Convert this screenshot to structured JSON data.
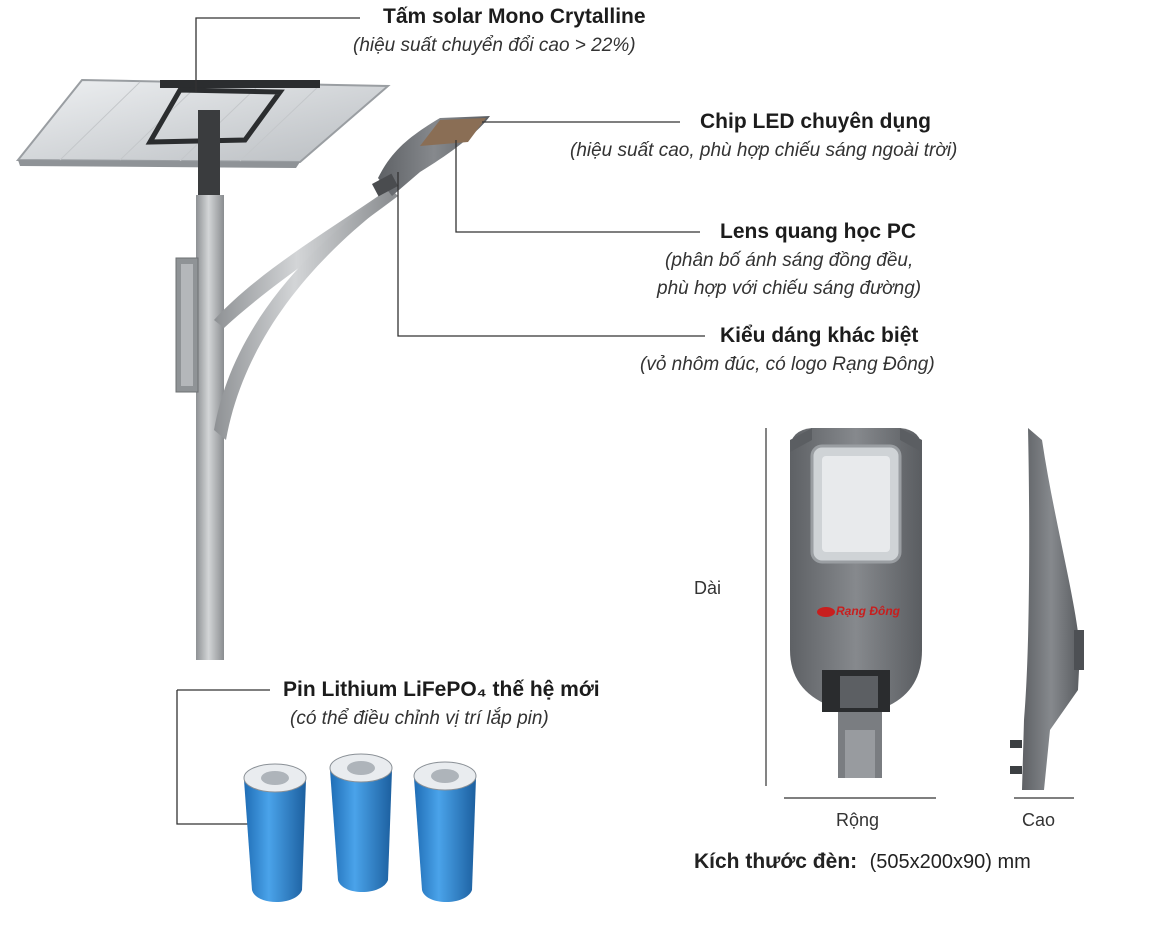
{
  "callouts": {
    "solar": {
      "title": "Tấm solar Mono Crytalline",
      "desc": "(hiệu suất chuyển đổi cao > 22%)"
    },
    "chip": {
      "title": "Chip LED chuyên dụng",
      "desc": "(hiệu suất cao, phù hợp chiếu sáng ngoài trời)"
    },
    "lens": {
      "title": "Lens quang học PC",
      "desc_line1": "(phân bố ánh sáng đồng đều,",
      "desc_line2": "phù hợp với chiếu sáng đường)"
    },
    "style": {
      "title": "Kiểu dáng khác biệt",
      "desc": "(vỏ nhôm đúc, có logo Rạng Đông)"
    },
    "battery": {
      "title": "Pin Lithium LiFePO₄ thế hệ mới",
      "desc": "(có thể điều chỉnh vị trí lắp pin)"
    }
  },
  "dimensions": {
    "length_label": "Dài",
    "width_label": "Rộng",
    "height_label": "Cao",
    "size_label": "Kích thước đèn:",
    "size_value": "(505x200x90) mm"
  },
  "brand": {
    "logo_text": "Rạng Đông"
  },
  "colors": {
    "battery_blue": "#2f86d6",
    "lamp_gray": "#6f7276",
    "pole_gray": "#b5b8bb",
    "panel": "#d9dcdf"
  }
}
